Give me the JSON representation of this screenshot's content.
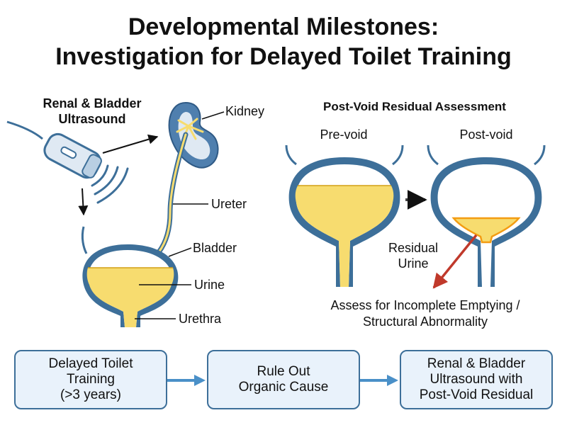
{
  "title": {
    "line1": "Developmental Milestones:",
    "line2": "Investigation for Delayed Toilet Training"
  },
  "ultrasound": {
    "heading_line1": "Renal & Bladder",
    "heading_line2": "Ultrasound",
    "labels": {
      "kidney": "Kidney",
      "ureter": "Ureter",
      "bladder": "Bladder",
      "urine": "Urine",
      "urethra": "Urethra"
    }
  },
  "pvr": {
    "heading": "Post-Void Residual Assessment",
    "pre_void": "Pre-void",
    "post_void": "Post-void",
    "residual_line1": "Residual",
    "residual_line2": "Urine",
    "assess_line1": "Assess for Incomplete Emptying /",
    "assess_line2": "Structural Abnormality"
  },
  "flow": [
    {
      "lines": [
        "Delayed Toilet",
        "Training",
        "(>3 years)"
      ]
    },
    {
      "lines": [
        "Rule Out",
        "Organic Cause"
      ]
    },
    {
      "lines": [
        "Renal & Bladder",
        "Ultrasound with",
        "Post-Void Residual"
      ]
    }
  ],
  "colors": {
    "outline": "#3d6f99",
    "urine": "#f7dc6f",
    "box_fill": "#e9f2fb",
    "flow_arrow": "#4a90c8",
    "red_arrow": "#c0392b",
    "residual_highlight": "#f39c12"
  }
}
